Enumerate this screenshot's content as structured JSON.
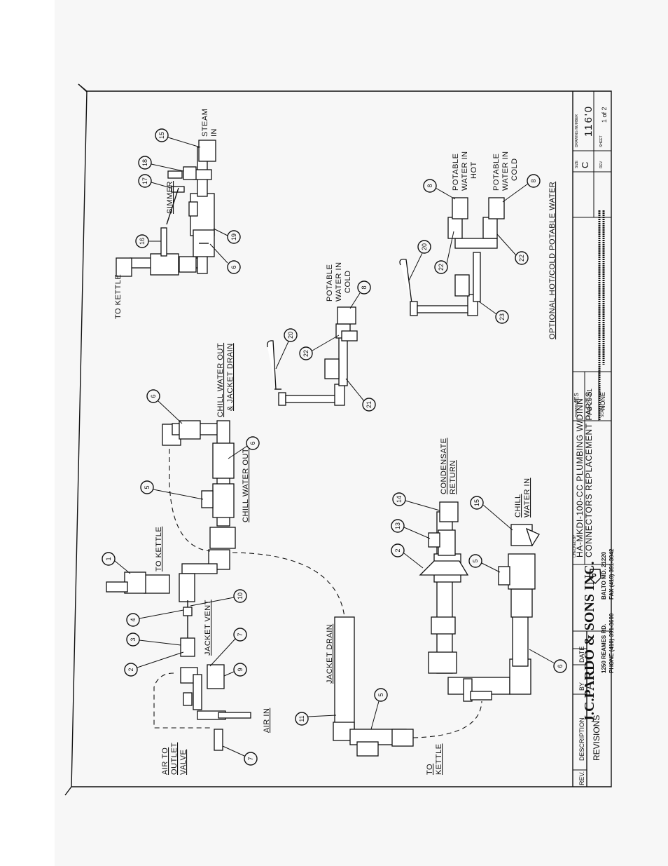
{
  "company": {
    "name": "J.C.PARDO & SONS INC.",
    "address": "1250 REAMES RD.",
    "phone": "PHONE (410) 391-3600",
    "city": "BALTO MD. 21220",
    "fax": "FAX (410) 391-3042",
    "logo_letter": "P"
  },
  "title_block": {
    "title_line1": "HA-MKDI-100-CC PLUMBING W/DINN",
    "title_line2": "CONNECTORS REPLACEMENT PARTS",
    "drawn_by": "JES",
    "date": "3-29-01",
    "scale": "NONE",
    "size": "C",
    "drawing_number": "116'0",
    "sheet": "1 of 2",
    "label_checked": "CHECKED BY",
    "label_approved": "APPROVED BY",
    "label_drawn": "DRAWN BY",
    "label_date": "DATE",
    "label_scale": "SCALE",
    "label_size": "SIZE",
    "label_dwg": "DRAWING NUMBER",
    "label_rev": "REV",
    "label_sheet": "SHEET"
  },
  "revisions": {
    "rev": "REV.",
    "description": "DESCRIPTION",
    "by": "BY",
    "date": "DATE",
    "title": "REVISIONS"
  },
  "labels": {
    "to_kettle_top": "TO KETTLE",
    "steam_in_1": "STEAM",
    "steam_in_2": "IN",
    "simmer": "SIMMER",
    "potable_cold_1": "POTABLE",
    "potable_cold_2": "WATER IN",
    "potable_cold_3": "COLD",
    "potable_hot_1": "POTABLE",
    "potable_hot_2": "WATER IN",
    "potable_hot_3": "HOT",
    "potable_cold_b_1": "POTABLE",
    "potable_cold_b_2": "WATER IN",
    "potable_cold_b_3": "COLD",
    "optional": "OPTIONAL HOT/COLD POTABLE WATER",
    "chill_out_1": "CHILL WATER OUT",
    "chill_out_2": "& JACKET DRAIN",
    "chill_water_out": "CHILL WATER OUT",
    "to_kettle_mid": "TO KETTLE",
    "jacket_vent": "JACKET VENT",
    "air_to_1": "AIR TO",
    "air_to_2": "OUTLET",
    "air_to_3": "VALVE",
    "air_in": "AIR IN",
    "jacket_drain": "JACKET DRAIN",
    "condensate_1": "CONDENSATE",
    "condensate_2": "RETURN",
    "chill_in_1": "CHILL",
    "chill_in_2": "WATER IN",
    "to_kettle_bottom_1": "TO",
    "to_kettle_bottom_2": "KETTLE"
  },
  "balloons": {
    "b15a": "15",
    "b18": "18",
    "b17": "17",
    "b16": "16",
    "b19": "19",
    "b6a": "6",
    "b8a": "8",
    "b8b": "8",
    "b8c": "8",
    "b20a": "20",
    "b22a": "22",
    "b21": "21",
    "b20b": "20",
    "b22b": "22",
    "b22c": "22",
    "b23": "23",
    "b6b": "6",
    "b6c": "6",
    "b5a": "5",
    "b1": "1",
    "b10": "10",
    "b4": "4",
    "b3": "3",
    "b2a": "2",
    "b9": "9",
    "b7": "7",
    "b11": "11",
    "b5b": "5",
    "b14": "14",
    "b13": "13",
    "b2b": "2",
    "b5c": "5",
    "b15b": "15",
    "b6d": "6",
    "b7b": "7"
  }
}
